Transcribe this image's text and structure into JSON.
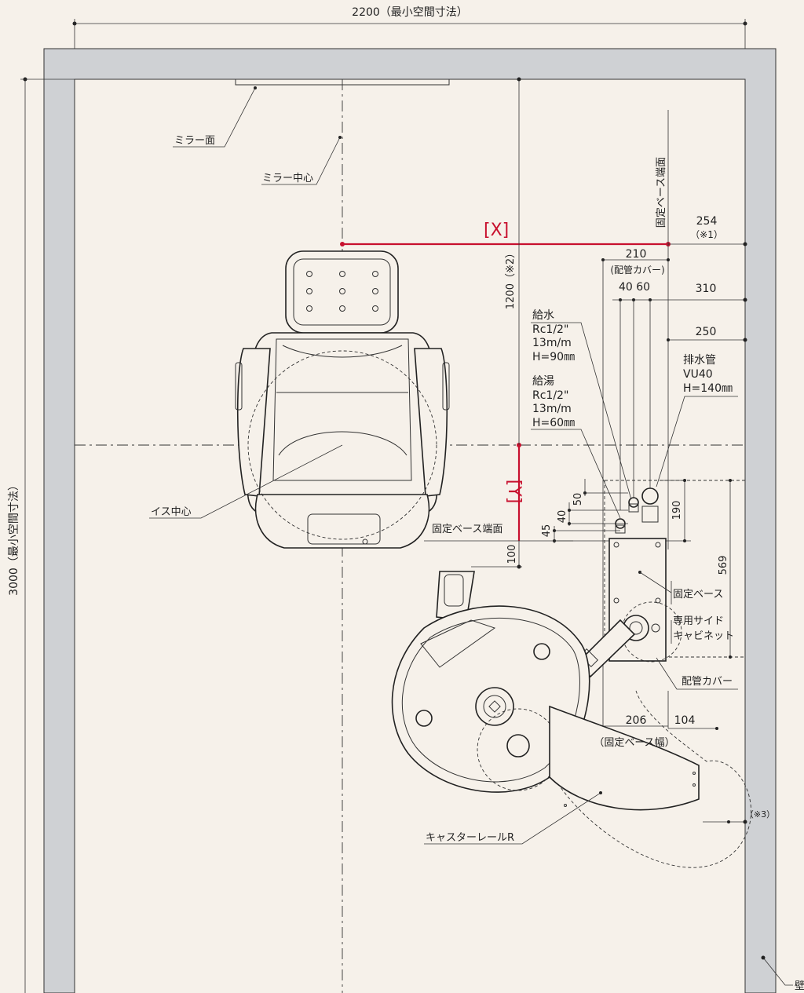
{
  "top_dimension": "2200（最小空間寸法）",
  "left_dimension": "3000（最小空間寸法）",
  "labels": {
    "mirror_surface": "ミラー面",
    "mirror_center": "ミラー中心",
    "chair_center": "イス中心",
    "fixed_base_end_vertical": "固定ベース端面",
    "fixed_base_end": "固定ベース端面",
    "fixed_base": "固定ベース",
    "side_cabinet_line1": "専用サイド",
    "side_cabinet_line2": "キャビネット",
    "pipe_cover": "配管カバー",
    "pipe_cover_paren": "(配管カバー)",
    "fixed_base_width": "（固定ベース幅）",
    "caster_rail": "キャスターレールR",
    "wall": "壁"
  },
  "markers": {
    "x": "[X]",
    "y": "[Y]"
  },
  "water_supply": [
    "給水",
    "Rc1/2\"",
    "13m/m",
    "H=90㎜"
  ],
  "hot_water": [
    "給湯",
    "Rc1/2\"",
    "13m/m",
    "H=60㎜"
  ],
  "drain": [
    "排水管",
    "VU40",
    "H=140㎜"
  ],
  "dimensions": {
    "d254": "254",
    "note1": "（※1）",
    "d210": "210",
    "d40_60": "40 60",
    "d310": "310",
    "d250": "250",
    "d1200": "1200（※2）",
    "d50": "50",
    "d40": "40",
    "d45": "45",
    "d100": "100",
    "d190": "190",
    "d569": "569",
    "d206": "206",
    "d104": "104",
    "note3": "（※3）"
  }
}
